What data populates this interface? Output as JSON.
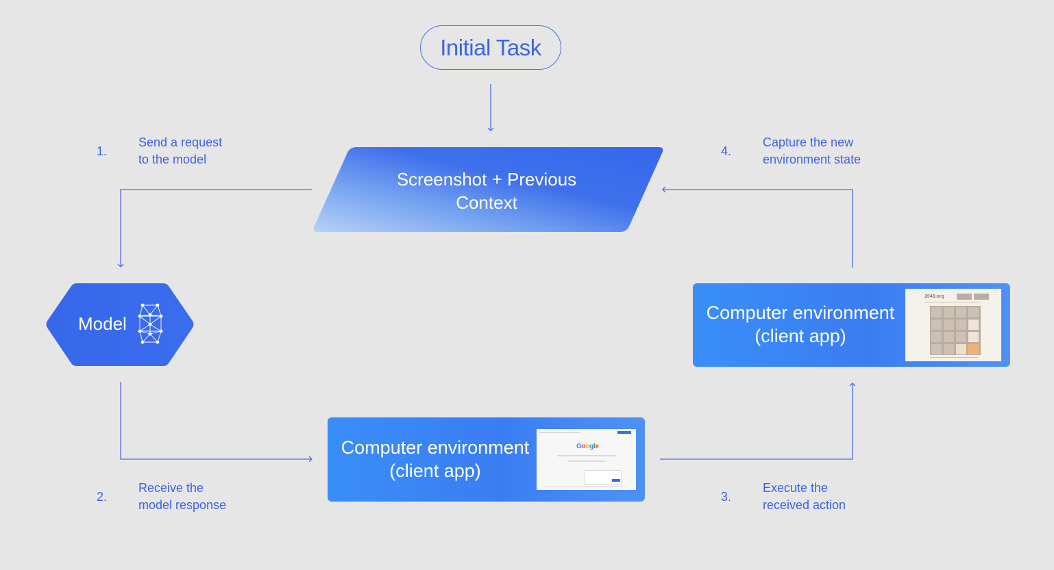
{
  "initial_task": "Initial Task",
  "screenshot_block": {
    "line1": "Screenshot + Previous",
    "line2": "Context"
  },
  "model": {
    "label": "Model",
    "icon": "neural-network-icon"
  },
  "env_bottom": {
    "line1": "Computer environment",
    "line2": "(client app)",
    "thumbnail": "google-search-screenshot",
    "logo_text": "Google"
  },
  "env_right": {
    "line1": "Computer environment",
    "line2": "(client app)",
    "thumbnail": "2048-game-screenshot",
    "logo_text": "2048.org"
  },
  "steps": [
    {
      "num": "1.",
      "line1": "Send a request",
      "line2": "to the model"
    },
    {
      "num": "2.",
      "line1": "Receive the",
      "line2": "model response"
    },
    {
      "num": "3.",
      "line1": "Execute the",
      "line2": "received action"
    },
    {
      "num": "4.",
      "line1": "Capture the new",
      "line2": "environment state"
    }
  ],
  "colors": {
    "background": "#e6e6e6",
    "accent": "#3d63e3",
    "connector": "#4a6fe0",
    "box_blue": "#3a7df3"
  }
}
